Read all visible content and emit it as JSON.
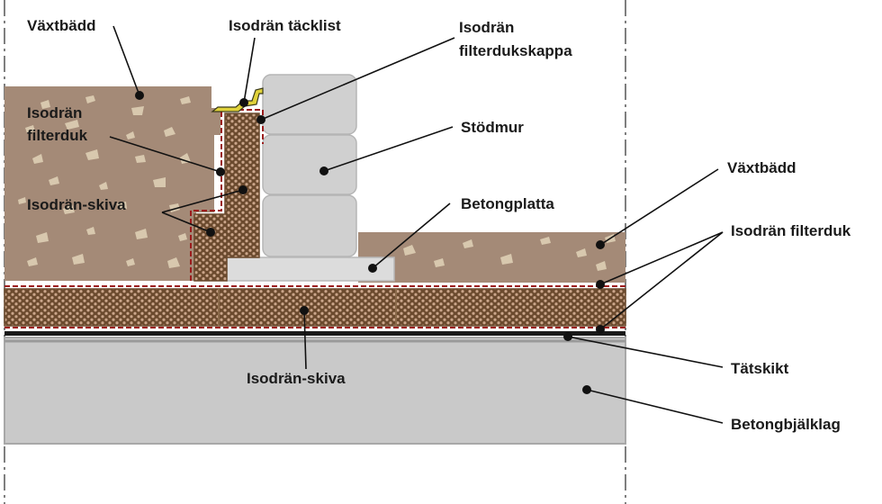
{
  "labels": {
    "vaxtbadd_left": "Växtbädd",
    "tacklist": "Isodrän täcklist",
    "filterdukskappa_line1": "Isodrän",
    "filterdukskappa_line2": "filterdukskappa",
    "filterduk_left_line1": "Isodrän",
    "filterduk_left_line2": "filterduk",
    "stodmur": "Stödmur",
    "vaxtbadd_right": "Växtbädd",
    "skiva_left": "Isodrän-skiva",
    "betongplatta": "Betongplatta",
    "filterduk_right": "Isodrän filterduk",
    "skiva_bottom": "Isodrän-skiva",
    "tatskikt": "Tätskikt",
    "betongbjalklag": "Betongbjälklag"
  },
  "colors": {
    "soil": "#a48a77",
    "soil_stone": "#d8c8ae",
    "board": "#b8977a",
    "board_dark": "#6b4a2e",
    "board_hole": "#caa58a",
    "filter_line": "#9b1c1c",
    "tacklist": "#e0d23a",
    "wall_block": "#d0d0d0",
    "wall_edge": "#b5b5b5",
    "concrete": "#c9c9c9",
    "concrete_edge": "#a8a8a8",
    "membrane": "#1a1a1a",
    "dash_line": "#555555"
  }
}
